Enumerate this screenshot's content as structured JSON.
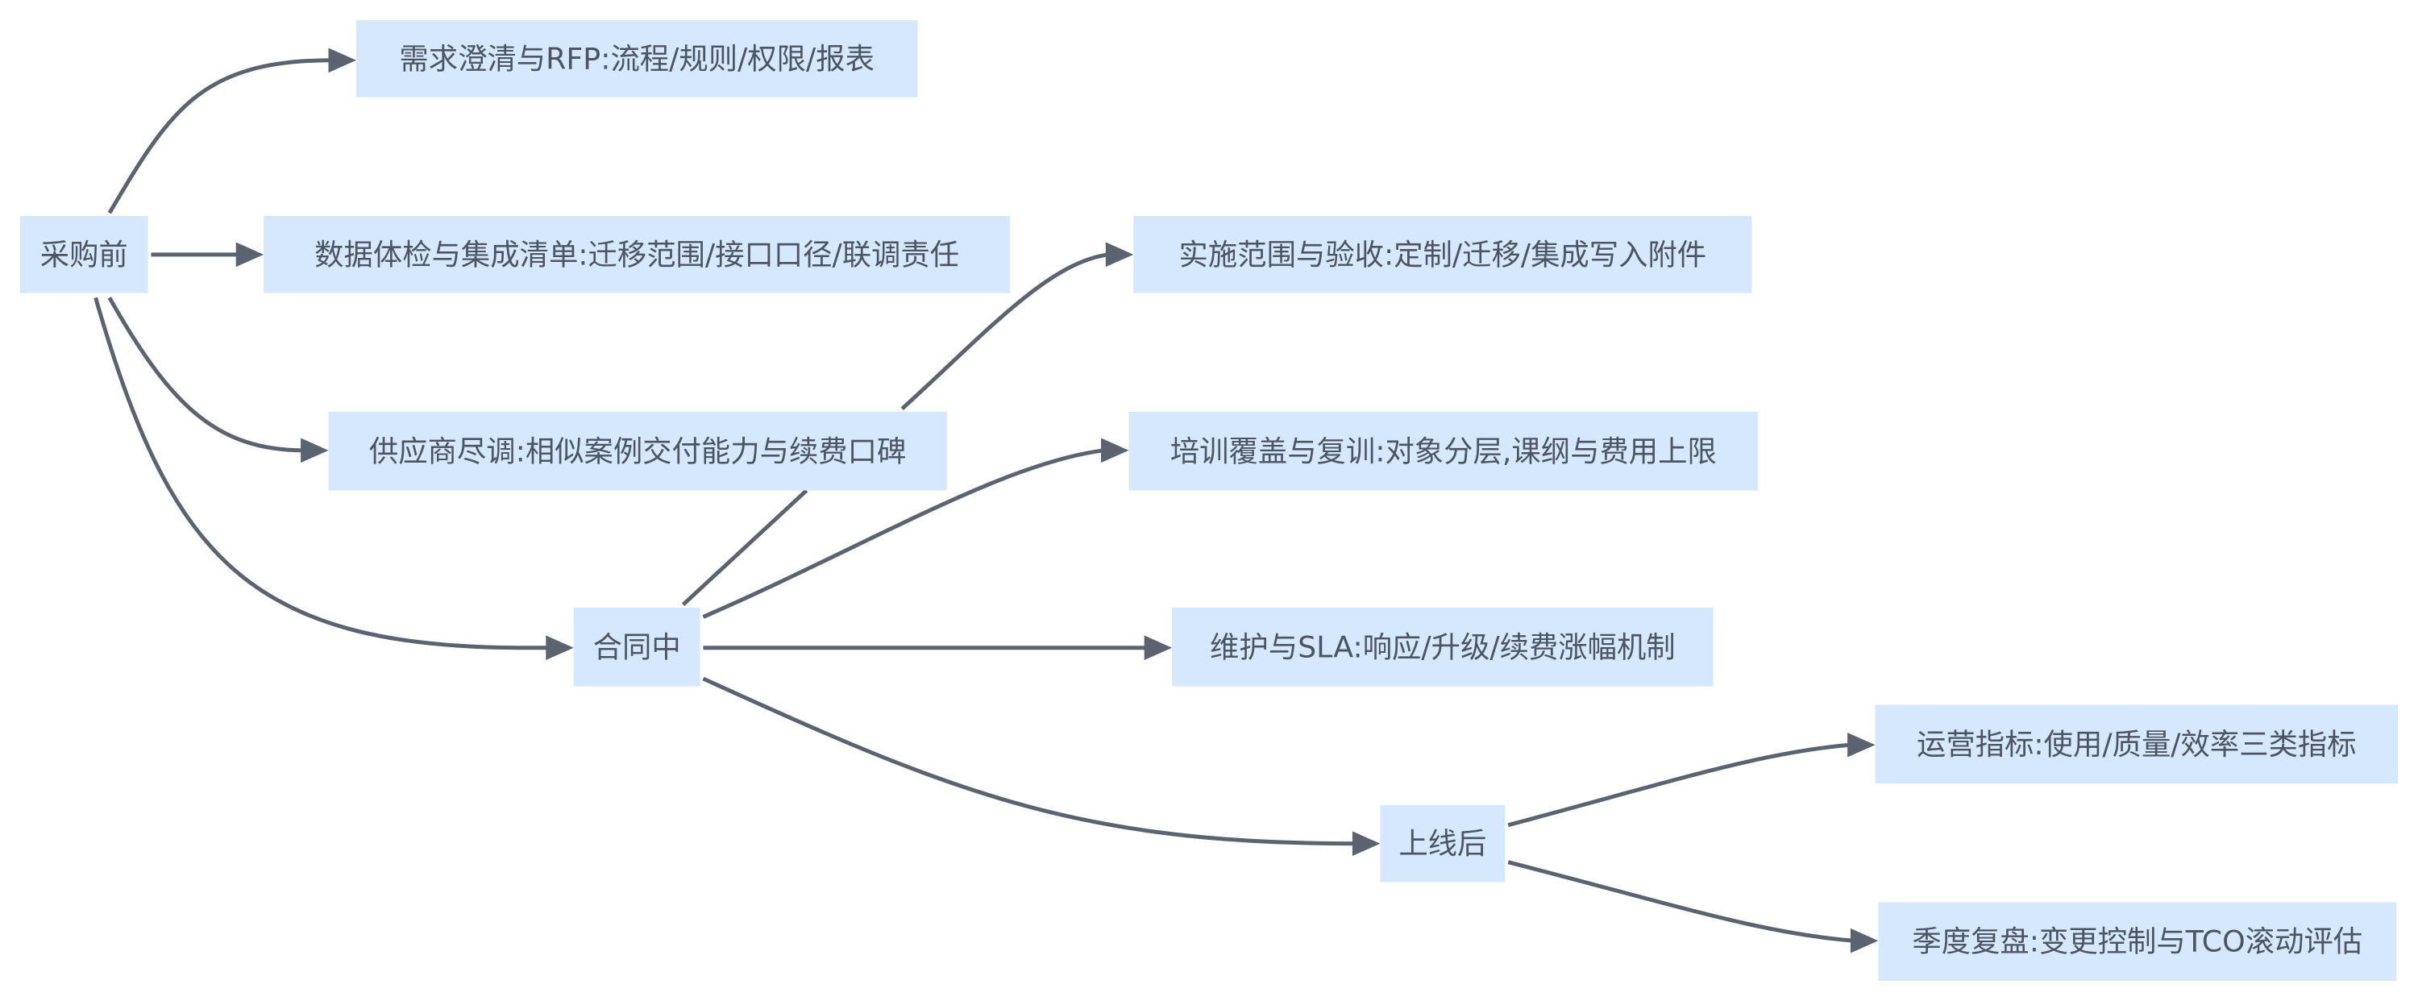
{
  "diagram": {
    "type": "mindmap-flow",
    "colors": {
      "node_fill": "#d6e8fd",
      "edge": "#5b6370",
      "text": "#4b5563"
    },
    "nodes": [
      {
        "id": "pre",
        "label": "采购前"
      },
      {
        "id": "rfp",
        "label": "需求澄清与RFP:流程/规则/权限/报表"
      },
      {
        "id": "data",
        "label": "数据体检与集成清单:迁移范围/接口口径/联调责任"
      },
      {
        "id": "vendor",
        "label": "供应商尽调:相似案例交付能力与续费口碑"
      },
      {
        "id": "contract",
        "label": "合同中"
      },
      {
        "id": "scope",
        "label": "实施范围与验收:定制/迁移/集成写入附件"
      },
      {
        "id": "training",
        "label": "培训覆盖与复训:对象分层,课纲与费用上限"
      },
      {
        "id": "sla",
        "label": "维护与SLA:响应/升级/续费涨幅机制"
      },
      {
        "id": "post",
        "label": "上线后"
      },
      {
        "id": "ops",
        "label": "运营指标:使用/质量/效率三类指标"
      },
      {
        "id": "review",
        "label": "季度复盘:变更控制与TCO滚动评估"
      }
    ],
    "edges": [
      {
        "from": "pre",
        "to": "rfp"
      },
      {
        "from": "pre",
        "to": "data"
      },
      {
        "from": "pre",
        "to": "vendor"
      },
      {
        "from": "pre",
        "to": "contract"
      },
      {
        "from": "contract",
        "to": "scope"
      },
      {
        "from": "contract",
        "to": "training"
      },
      {
        "from": "contract",
        "to": "sla"
      },
      {
        "from": "contract",
        "to": "post"
      },
      {
        "from": "post",
        "to": "ops"
      },
      {
        "from": "post",
        "to": "review"
      }
    ]
  }
}
